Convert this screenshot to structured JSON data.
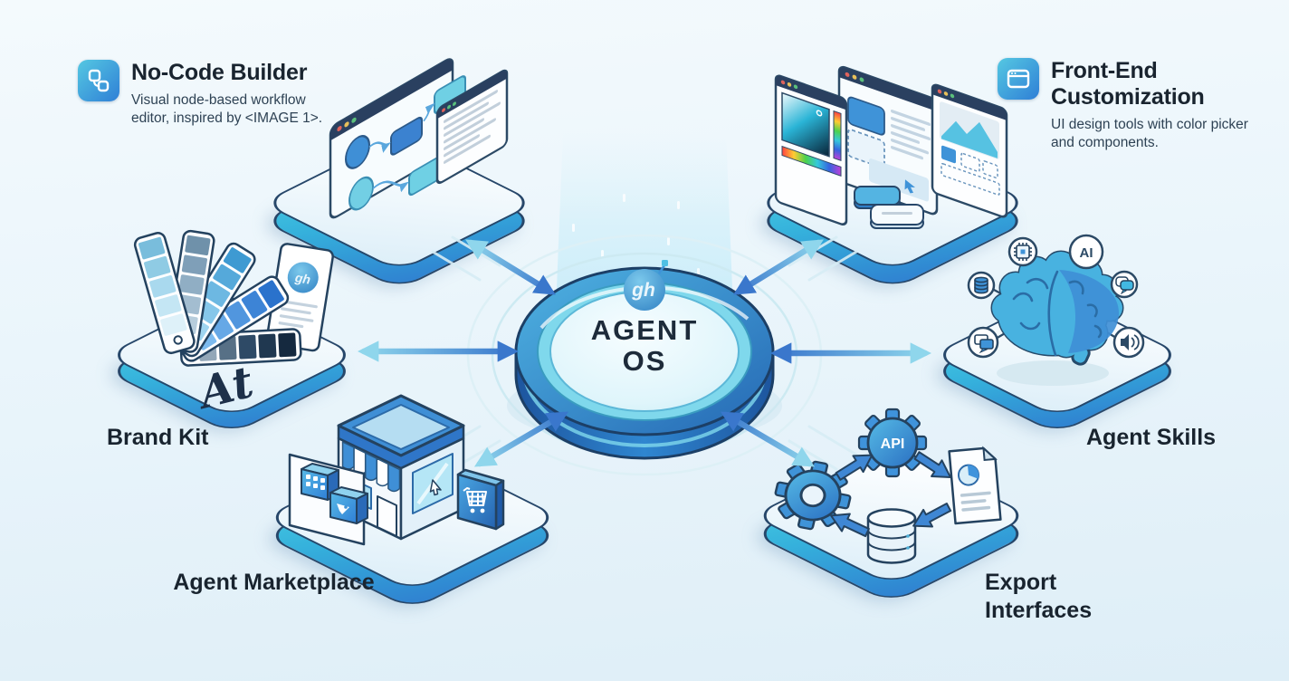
{
  "center": {
    "logo": "gh",
    "name_line1": "AGENT",
    "name_line2": "OS"
  },
  "features": {
    "no_code_builder": {
      "title": "No-Code Builder",
      "subtitle": "Visual node-based workflow editor, inspired by <IMAGE 1>.",
      "icon": "workflow-nodes-icon"
    },
    "front_end_customization": {
      "title": "Front-End Customization",
      "subtitle": "UI design tools with color picker and components.",
      "icon": "browser-window-icon"
    },
    "brand_kit": {
      "label": "Brand Kit",
      "type_sample": "At",
      "card_logo": "gh"
    },
    "agent_skills": {
      "label": "Agent Skills",
      "ai_badge": "AI"
    },
    "agent_marketplace": {
      "label": "Agent Marketplace"
    },
    "export_interfaces": {
      "label": "Export Interfaces",
      "api_badge": "API"
    }
  },
  "icons": {
    "center": "gh-logo",
    "no_code_builder": "workflow-nodes-icon",
    "front_end_customization": "browser-window-icon",
    "brand_kit": [
      "color-swatch-fan-icon",
      "brand-card-icon",
      "typography-sample"
    ],
    "agent_skills": [
      "brain-icon",
      "chip-icon",
      "ai-badge",
      "database-icon",
      "chat-bubble-icon",
      "messages-icon",
      "speaker-icon"
    ],
    "agent_marketplace": [
      "storefront-icon",
      "app-tile-grid-icon",
      "app-tile-rocket-icon",
      "shopping-cart-tile-icon",
      "cursor-icon"
    ],
    "export_interfaces": [
      "gear-icon",
      "api-gear-icon",
      "report-document-icon",
      "database-cylinder-icon"
    ]
  },
  "colors": {
    "accent_blue": "#2f7fd6",
    "accent_cyan": "#3cc8de",
    "navy_outline": "#24425f",
    "heading_text": "#19242f",
    "body_text": "#2e4254",
    "background_top": "#f4fafd",
    "background_bottom": "#deeef7",
    "arrow_cyan": "#86d2ec",
    "arrow_blue": "#3a76ca"
  }
}
